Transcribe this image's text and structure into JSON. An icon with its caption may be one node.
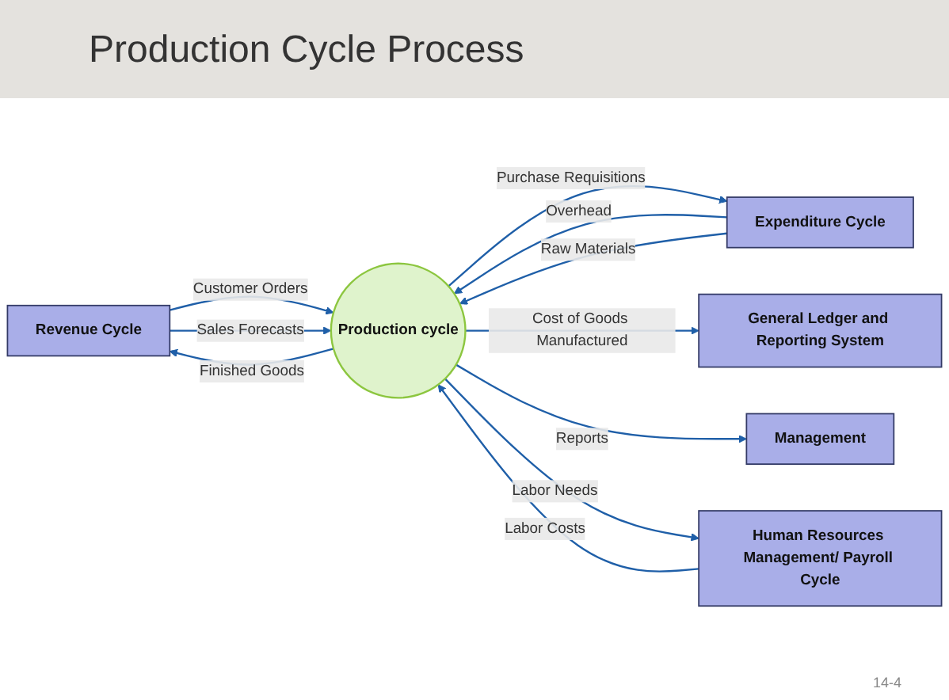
{
  "diagram": {
    "title": "Production Cycle Process",
    "nodes": [
      {
        "text": [
          "Revenue Cycle"
        ]
      },
      {
        "text": [
          "Production cycle"
        ]
      },
      {
        "text": [
          "Expenditure Cycle"
        ]
      },
      {
        "text": [
          "General Ledger and Reporting System"
        ]
      },
      {
        "text": [
          "Management"
        ]
      },
      {
        "text": [
          "Human Resources Management/ Payroll Cycle"
        ]
      }
    ],
    "edges": [
      {
        "from": 0,
        "to": 1,
        "arrow": "to",
        "label": "Customer Orders"
      },
      {
        "from": 0,
        "to": 1,
        "arrow": "to",
        "label": "Sales Forecasts"
      },
      {
        "from": 1,
        "to": 0,
        "arrow": "to",
        "label": "Finished Goods"
      },
      {
        "from": 1,
        "to": 2,
        "arrow": "to",
        "label": "Purchase Requisitions"
      },
      {
        "from": 2,
        "to": 1,
        "arrow": "to",
        "label": "Overhead"
      },
      {
        "from": 2,
        "to": 1,
        "arrow": "to",
        "label": "Raw Materials"
      },
      {
        "from": 1,
        "to": 3,
        "arrow": "to",
        "label": "Cost of Goods Manufactured"
      },
      {
        "from": 1,
        "to": 4,
        "arrow": "to",
        "label": "Reports"
      },
      {
        "from": 5,
        "to": 1,
        "arrow": "to",
        "label": "Labor Costs"
      },
      {
        "from": 1,
        "to": 5,
        "arrow": "to",
        "label": "Labor Needs"
      }
    ],
    "labels": [
      "14-4"
    ]
  }
}
